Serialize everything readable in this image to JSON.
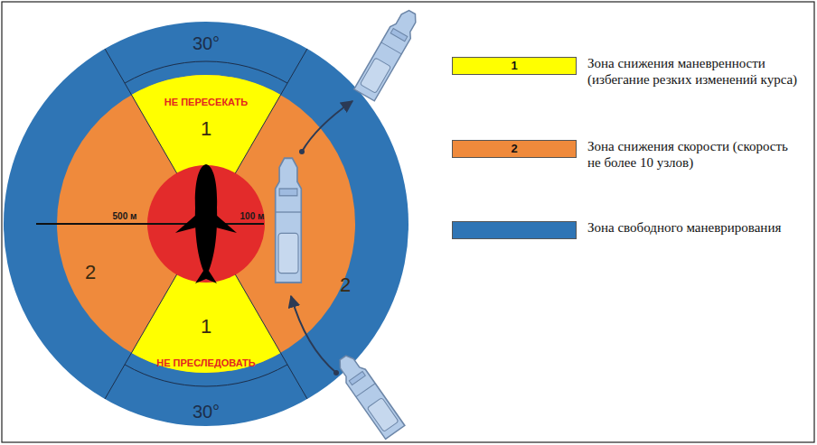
{
  "diagram": {
    "labels": [
      "30°",
      "НЕ ПЕРЕСЕКАТЬ",
      "1",
      "500 м",
      "100 м",
      "2",
      "2",
      "1",
      "НЕ ПРЕСЛЕДОВАТЬ",
      "30°",
      "1",
      "2"
    ],
    "legend": [
      {
        "text": "Зона снижения маневренности (избегание резких изменений курса)",
        "color": "#ffff00"
      },
      {
        "text": "Зона снижения скорости (скорость не более 10 узлов)",
        "color": "#ef8a3c"
      },
      {
        "text": "Зона свободного маневрирования",
        "color": "#2f75b5"
      }
    ]
  }
}
